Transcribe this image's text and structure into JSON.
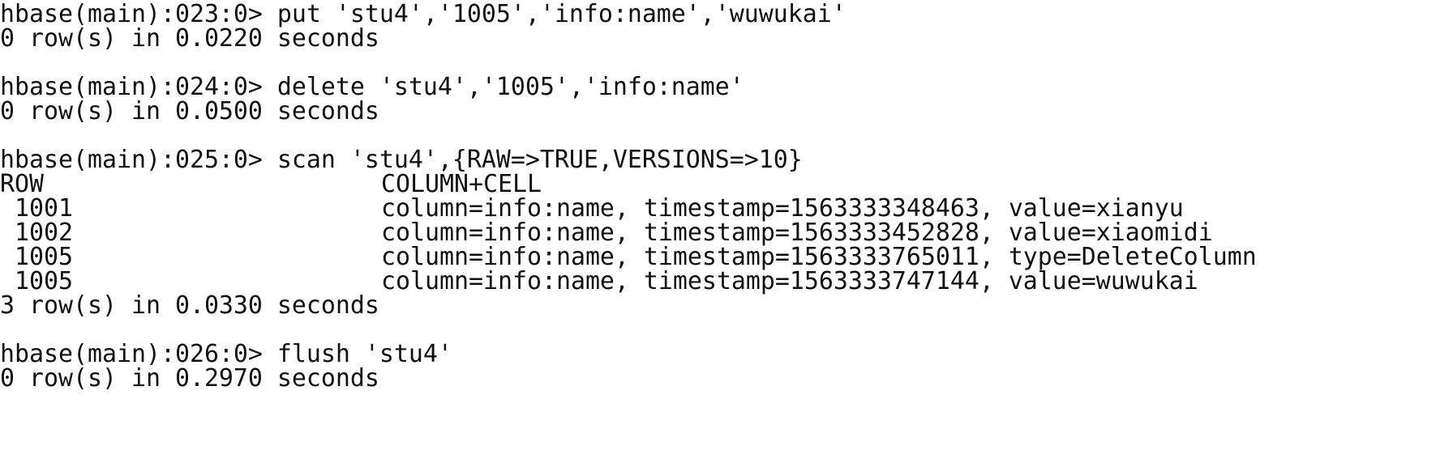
{
  "blocks": [
    {
      "prompt": "hbase(main):023:0> ",
      "command": "put 'stu4','1005','info:name','wuwukai'",
      "result": "0 row(s) in 0.0220 seconds"
    },
    {
      "prompt": "hbase(main):024:0> ",
      "command": "delete 'stu4','1005','info:name'",
      "result": "0 row(s) in 0.0500 seconds"
    },
    {
      "prompt": "hbase(main):025:0> ",
      "command": "scan 'stu4',{RAW=>TRUE,VERSIONS=>10}",
      "table": {
        "headers": [
          "ROW",
          "COLUMN+CELL"
        ],
        "rows": [
          {
            "row": " 1001",
            "cell": "column=info:name, timestamp=1563333348463, value=xianyu"
          },
          {
            "row": " 1002",
            "cell": "column=info:name, timestamp=1563333452828, value=xiaomidi"
          },
          {
            "row": " 1005",
            "cell": "column=info:name, timestamp=1563333765011, type=DeleteColumn"
          },
          {
            "row": " 1005",
            "cell": "column=info:name, timestamp=1563333747144, value=wuwukai"
          }
        ]
      },
      "result": "3 row(s) in 0.0330 seconds"
    },
    {
      "prompt": "hbase(main):026:0> ",
      "command": "flush 'stu4'",
      "result": "0 row(s) in 0.2970 seconds"
    }
  ]
}
